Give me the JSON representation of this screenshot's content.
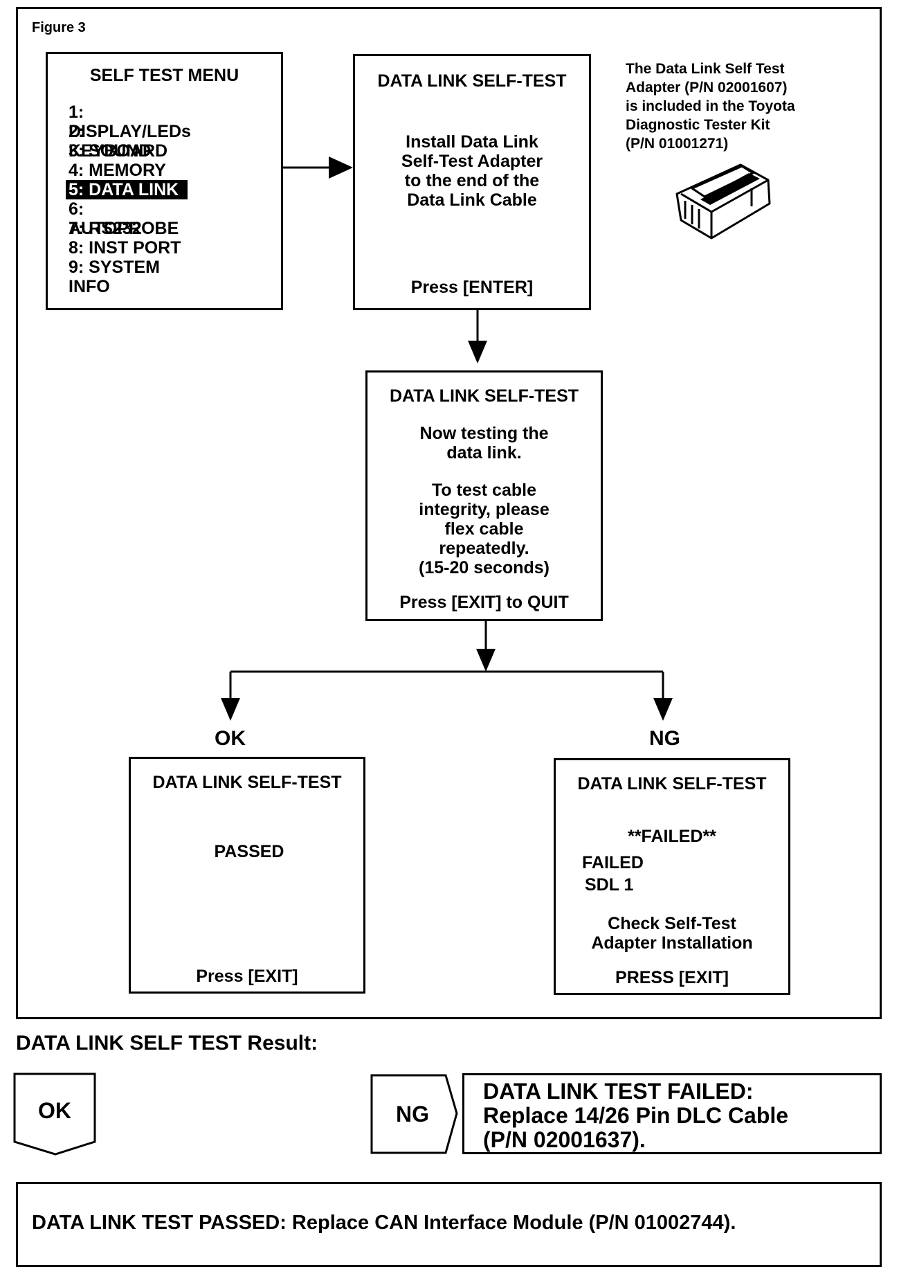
{
  "figure_label": "Figure 3",
  "menu": {
    "title": "SELF TEST MENU",
    "items": [
      "1: DISPLAY/LEDs",
      "2: KEYBOARD",
      "3: SOUND",
      "4: MEMORY",
      "5: DATA LINK",
      "6: AUTOPROBE",
      "7: RS232",
      "8: INST PORT",
      "9: SYSTEM INFO"
    ],
    "selected_index": 4
  },
  "screen_install": {
    "title": "DATA LINK SELF-TEST",
    "lines": [
      "Install Data Link",
      "Self-Test Adapter",
      "to the end of the",
      "Data Link Cable"
    ],
    "footer": "Press [ENTER]"
  },
  "adapter_note": {
    "lines": [
      "The Data Link Self Test",
      "Adapter (P/N 02001607)",
      "is included in the Toyota",
      "Diagnostic Tester Kit",
      "(P/N 01001271)"
    ]
  },
  "screen_testing": {
    "title": "DATA LINK SELF-TEST",
    "lines1": [
      "Now testing the",
      "data link."
    ],
    "lines2": [
      "To test cable",
      "integrity, please",
      "flex cable",
      "repeatedly.",
      "(15-20 seconds)"
    ],
    "footer": "Press [EXIT] to QUIT"
  },
  "branch_ok_label": "OK",
  "branch_ng_label": "NG",
  "screen_passed": {
    "title": "DATA LINK SELF-TEST",
    "status": "PASSED",
    "footer": "Press [EXIT]"
  },
  "screen_failed": {
    "title": "DATA LINK SELF-TEST",
    "status": "**FAILED**",
    "detail1": "FAILED",
    "detail2": "SDL 1",
    "lines": [
      "Check Self-Test",
      "Adapter Installation"
    ],
    "footer": "PRESS [EXIT]"
  },
  "result_heading": "DATA LINK SELF TEST Result:",
  "result_ok_tag": "OK",
  "result_ng_tag": "NG",
  "result_ng_text": [
    "DATA LINK TEST FAILED:",
    "Replace 14/26 Pin DLC Cable",
    "(P/N 02001637)."
  ],
  "result_ok_text": "DATA LINK TEST PASSED: Replace CAN Interface Module (P/N 01002744)."
}
